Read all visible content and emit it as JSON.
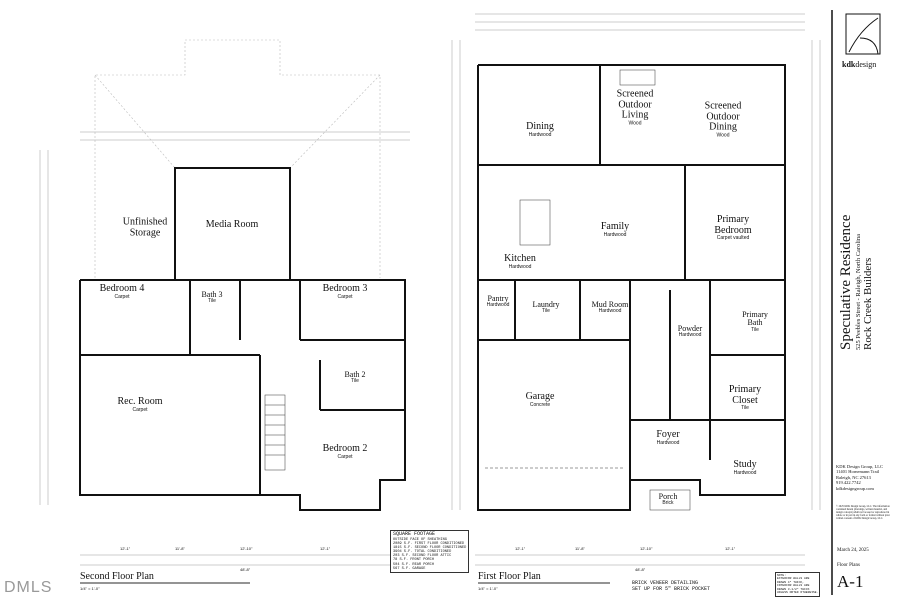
{
  "watermark": "DMLS",
  "second_floor": {
    "title": "Second Floor Plan",
    "scale": "1/4\" = 1'-0\"",
    "overall_width": "48'-8\"",
    "rooms": [
      {
        "name": "Unfinished Storage",
        "finish": ""
      },
      {
        "name": "Media Room",
        "finish": ""
      },
      {
        "name": "Bath 3",
        "finish": "Tile"
      },
      {
        "name": "Bedroom 4",
        "finish": "Carpet"
      },
      {
        "name": "Bedroom 3",
        "finish": "Carpet"
      },
      {
        "name": "Rec. Room",
        "finish": "Carpet"
      },
      {
        "name": "Bath 2",
        "finish": "Tile"
      },
      {
        "name": "Bedroom 2",
        "finish": "Carpet"
      }
    ],
    "bottom_dims": [
      "12'-1\"",
      "11'-8\"",
      "12'-10\"",
      "12'-1\""
    ]
  },
  "first_floor": {
    "title": "First Floor Plan",
    "scale": "1/4\" = 1'-0\"",
    "overall_width": "48'-8\"",
    "rooms": [
      {
        "name": "Dining",
        "finish": "Hardwood"
      },
      {
        "name": "Screened Outdoor Living",
        "finish": "Wood"
      },
      {
        "name": "Screened Outdoor Dining",
        "finish": "Wood"
      },
      {
        "name": "Family",
        "finish": "Hardwood"
      },
      {
        "name": "Kitchen",
        "finish": "Hardwood"
      },
      {
        "name": "Primary Bedroom",
        "finish": "Carpet vaulted"
      },
      {
        "name": "Pantry",
        "finish": "Hardwood"
      },
      {
        "name": "Laundry",
        "finish": "Tile"
      },
      {
        "name": "Mud Room",
        "finish": "Hardwood"
      },
      {
        "name": "Powder",
        "finish": "Hardwood"
      },
      {
        "name": "Primary Bath",
        "finish": "Tile"
      },
      {
        "name": "Garage",
        "finish": "Concrete"
      },
      {
        "name": "Primary Closet",
        "finish": "Tile"
      },
      {
        "name": "Foyer",
        "finish": "Hardwood"
      },
      {
        "name": "Study",
        "finish": "Hardwood"
      },
      {
        "name": "Porch",
        "finish": "Brick"
      }
    ],
    "bottom_dims": [
      "12'-1\"",
      "11'-8\"",
      "12'-10\"",
      "12'-1\""
    ],
    "brick_note": [
      "BRICK VENEER DETAILING",
      "SET UP FOR 5\" BRICK POCKET"
    ],
    "wall_note": [
      "NOTE:",
      "EXTERIOR WALLS ARE",
      "DRAWN 4\" THICK,",
      "INTERIOR WALLS ARE",
      "DRAWN 3-1/2\" THICK",
      "UNLESS NOTED OTHERWISE."
    ]
  },
  "square_footage": {
    "title": "SQUARE FOOTAGE",
    "subtitle": "OUTSIDE FACE OF SHEATHING",
    "lines": [
      "2089 S.F. FIRST FLOOR CONDITIONED",
      "1815 S.F. SECOND FLOOR CONDITIONED",
      "3904 S.F. TOTAL CONDITIONED",
      "203 S.F. SECOND FLOOR ATTIC",
      "78 S.F. FRONT PORCH",
      "504 S.F. REAR PORCH",
      "567 S.F. GARAGE"
    ]
  },
  "title_block": {
    "logo_text_bold": "kdk",
    "logo_text": "design",
    "project": "Speculative Residence",
    "address": "525 Peebles Street - Raleigh, North Carolina",
    "builder": "Rock Creek Builders",
    "firm": [
      "KDK Design Group, LLC",
      "11401 Hornemann Trail",
      "Raleigh, NC 27613",
      "919.422.7742",
      "kdkdesigngroup.com"
    ],
    "copyright": "© 2025 KDK Design Group, LLC. The information contained herein (drawings, written material, and design concepts) shall not be used or reproduced in whole or in part in any form or format without prior written consent of KDK Design Group, LLC.",
    "date": "March 24, 2025",
    "sheet_title": "Floor Plans",
    "sheet_number": "A-1"
  }
}
